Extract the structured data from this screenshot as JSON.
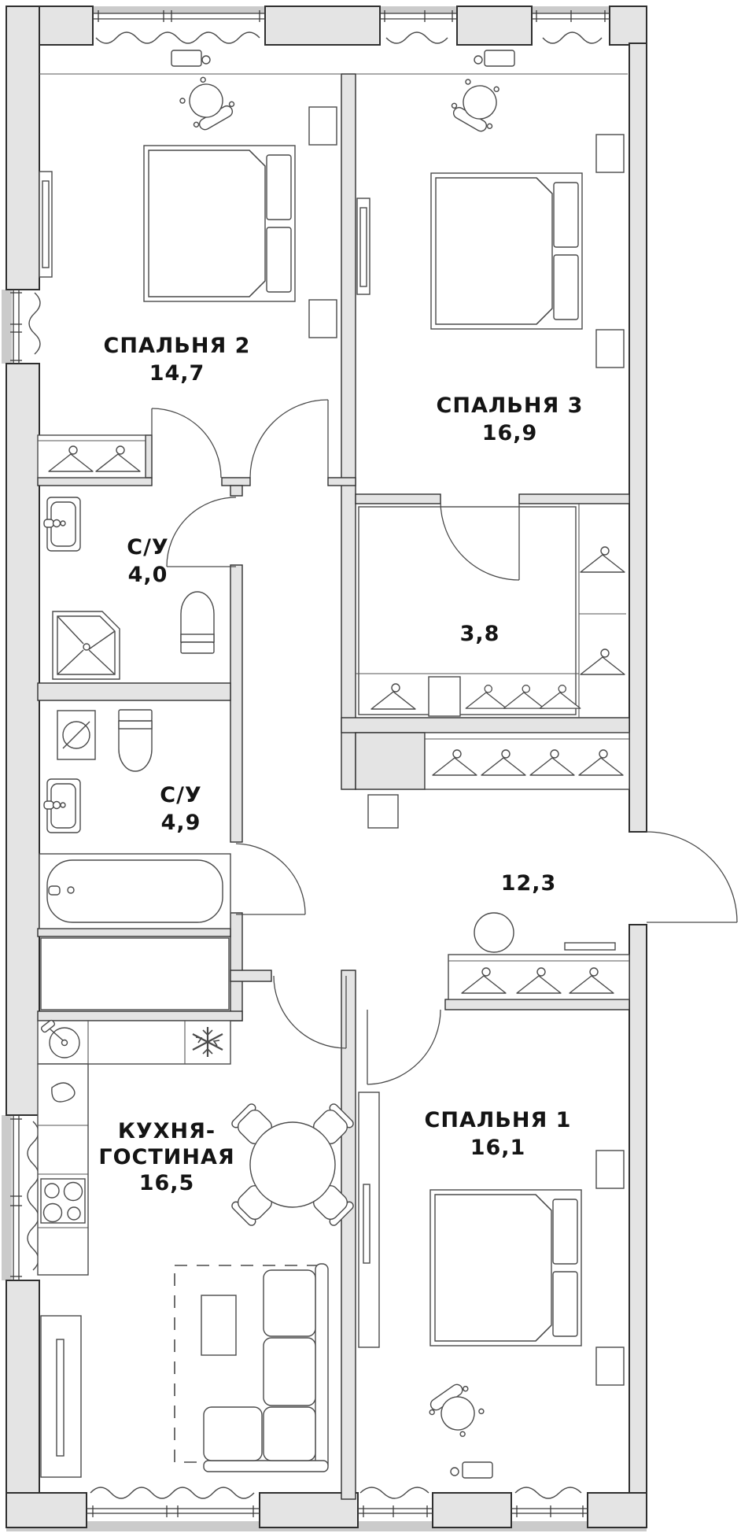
{
  "colors": {
    "wall_fill": "#e4e4e4",
    "outline": "#2f2f2f",
    "furniture_stroke": "#4a4a4a",
    "outside_strip": "#cbcbcb",
    "background": "#ffffff",
    "text": "#141414"
  },
  "rooms": [
    {
      "id": "bedroom-2",
      "name": "СПАЛЬНЯ 2",
      "area": "14,7"
    },
    {
      "id": "bedroom-3",
      "name": "СПАЛЬНЯ 3",
      "area": "16,9"
    },
    {
      "id": "bathroom-1",
      "name": "С/У",
      "area": "4,0"
    },
    {
      "id": "closet",
      "name": "",
      "area": "3,8"
    },
    {
      "id": "bathroom-2",
      "name": "С/У",
      "area": "4,9"
    },
    {
      "id": "hallway",
      "name": "",
      "area": "12,3"
    },
    {
      "id": "kitchen-living",
      "name_line1": "КУХНЯ-",
      "name_line2": "ГОСТИНАЯ",
      "area": "16,5"
    },
    {
      "id": "bedroom-1",
      "name": "СПАЛЬНЯ 1",
      "area": "16,1"
    }
  ]
}
